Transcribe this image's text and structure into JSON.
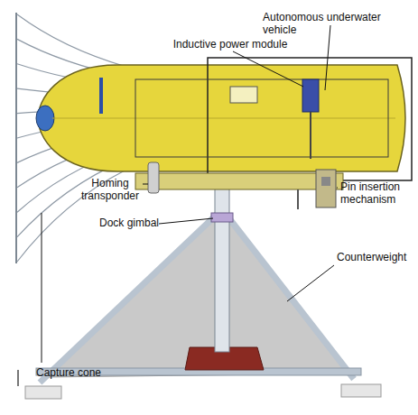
{
  "diagram": {
    "labels": [
      "Autonomous underwater vehicle",
      "Inductive power module",
      "Pin insertion mechanism",
      "Homing transponder",
      "Dock gimbal",
      "Counterweight",
      "Capture cone"
    ]
  }
}
